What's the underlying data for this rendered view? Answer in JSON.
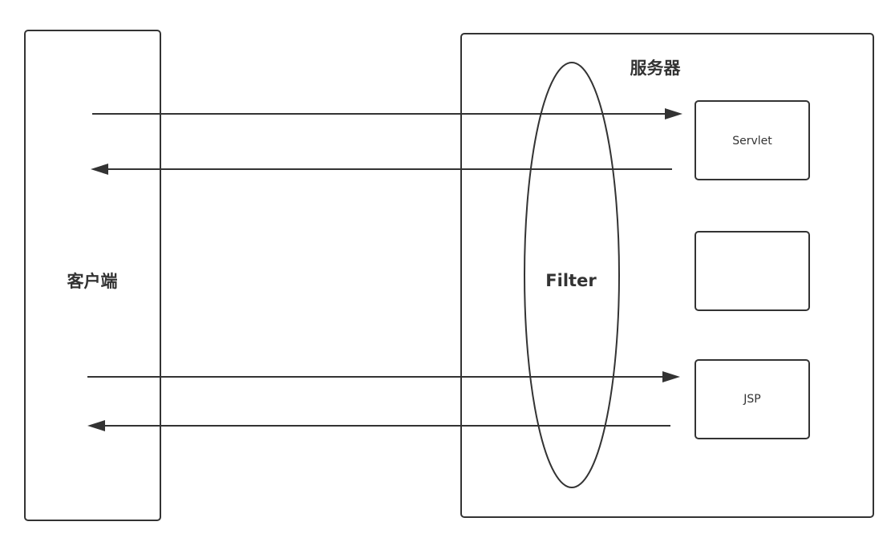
{
  "client": {
    "label": "客户端"
  },
  "server": {
    "label": "服务器",
    "filter_label": "Filter",
    "components": [
      {
        "label": "Servlet"
      },
      {
        "label": ""
      },
      {
        "label": "JSP"
      }
    ]
  },
  "colors": {
    "stroke": "#333333",
    "background": "#ffffff"
  }
}
